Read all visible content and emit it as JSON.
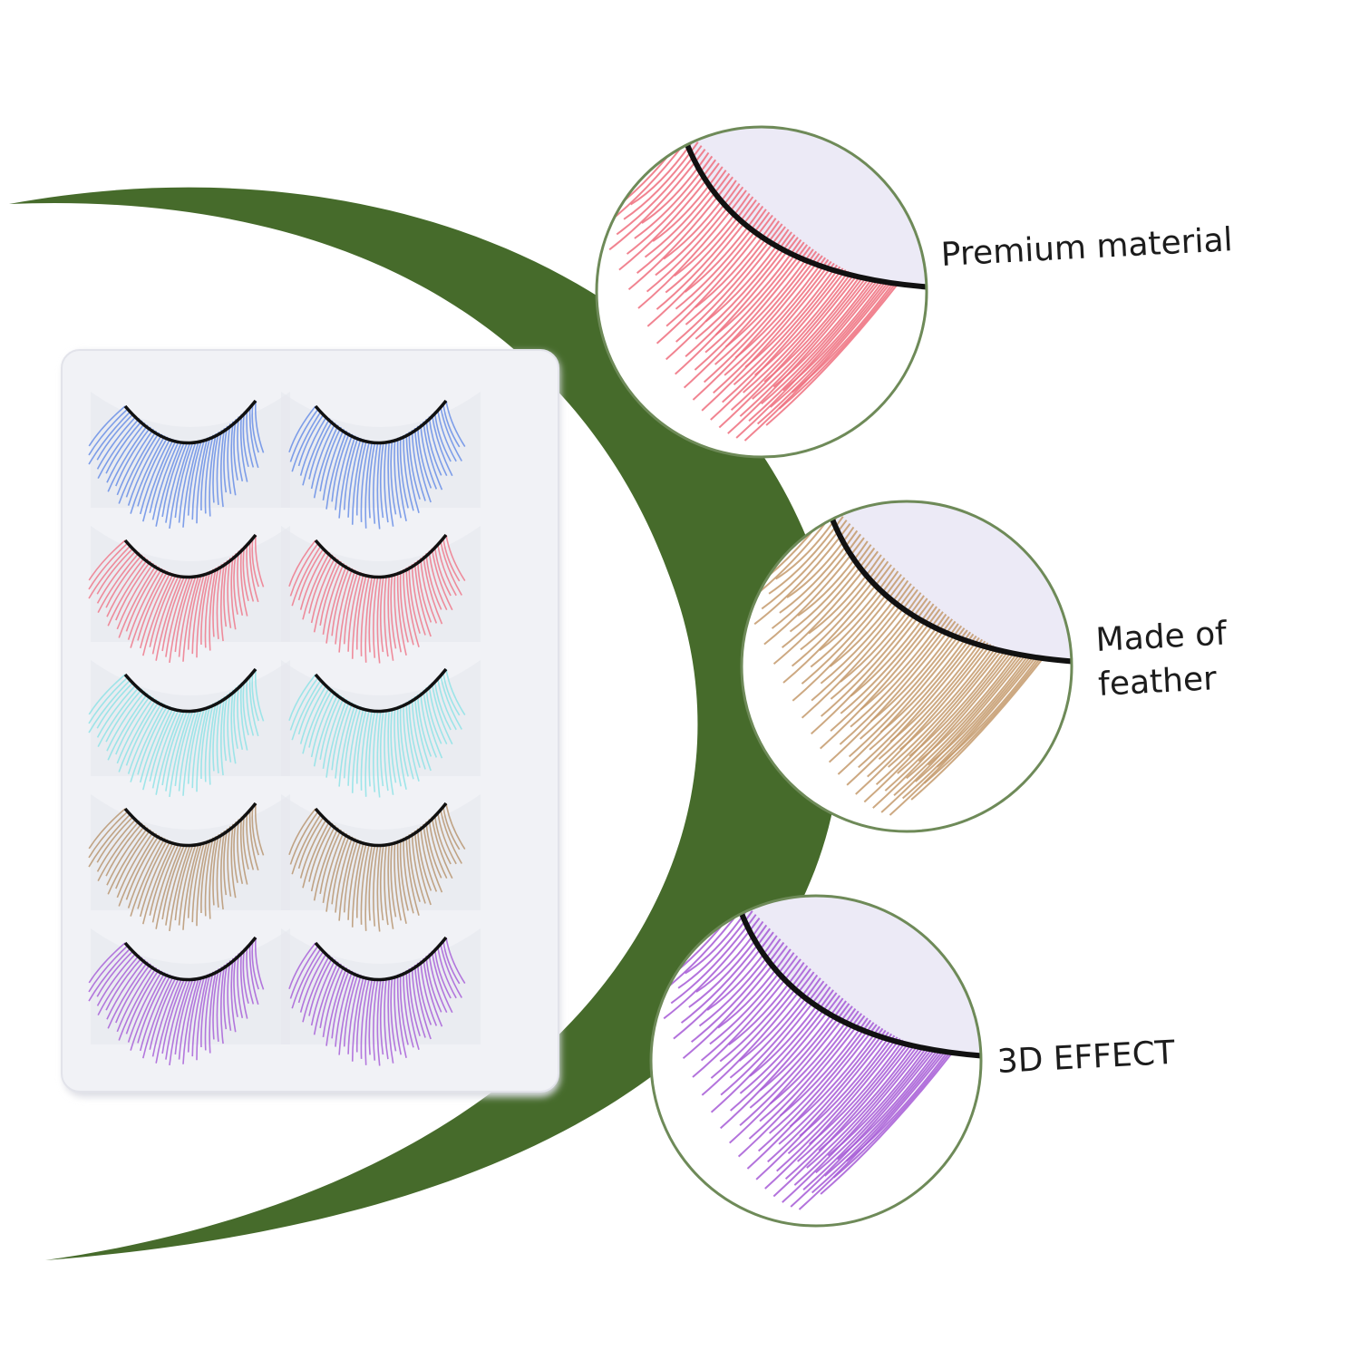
{
  "features": [
    {
      "label": "Premium material",
      "lash_color": "#ef6f7e",
      "icon": "pink-lash-closeup"
    },
    {
      "label": "Made of\nfeather",
      "lash_color": "#c49a6c",
      "icon": "brown-lash-closeup"
    },
    {
      "label": "3D EFFECT",
      "lash_color": "#a65ad6",
      "icon": "purple-lash-closeup"
    }
  ],
  "tray": {
    "pairs": [
      {
        "color": "#6a8fe6",
        "name": "blue"
      },
      {
        "color": "#ee7a8c",
        "name": "pink"
      },
      {
        "color": "#8fe3e6",
        "name": "light-blue"
      },
      {
        "color": "#b89672",
        "name": "brown"
      },
      {
        "color": "#a862d8",
        "name": "purple"
      }
    ]
  },
  "colors": {
    "accent_green": "#466b2b",
    "circle_border": "#6e8a58",
    "tray": "#f1f2f6"
  }
}
